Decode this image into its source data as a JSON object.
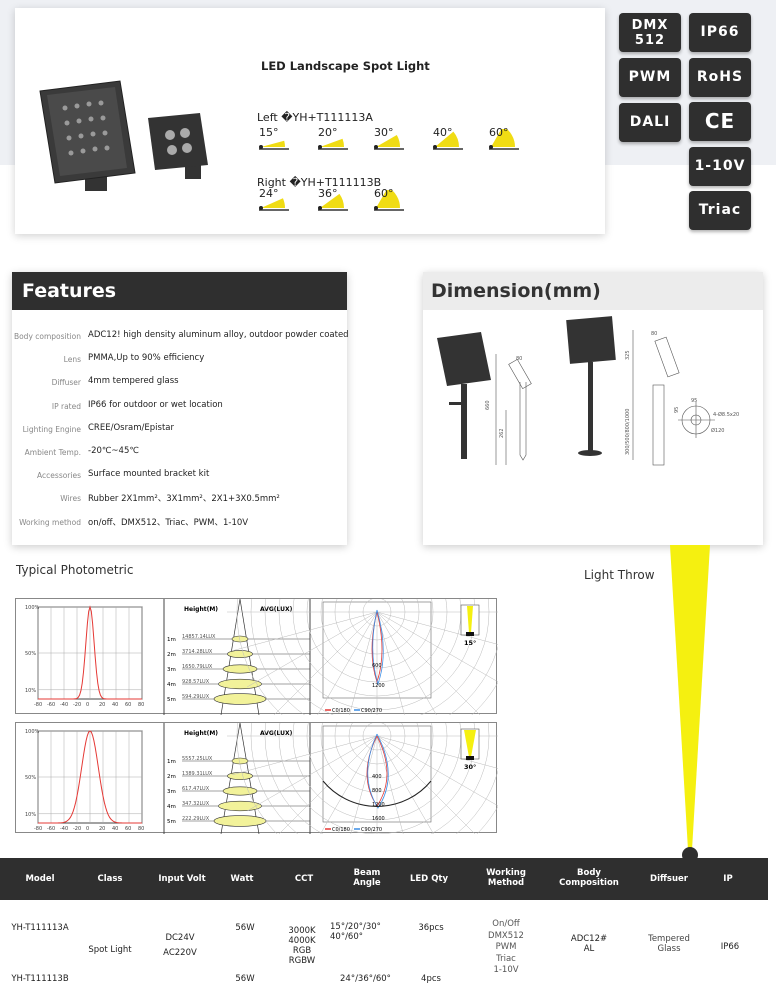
{
  "product": {
    "title": "LED Landscape Spot Light",
    "left_label": "Left �YH+T111113A",
    "right_label": "Right �YH+T111113B",
    "left_angles": [
      "15°",
      "20°",
      "30°",
      "40°",
      "60°"
    ],
    "right_angles": [
      "24°",
      "36°",
      "60°"
    ],
    "left_angle_values": [
      15,
      20,
      30,
      40,
      60
    ],
    "right_angle_values": [
      24,
      36,
      60
    ]
  },
  "badges": {
    "left": [
      "DMX 512",
      "PWM",
      "DALI"
    ],
    "right": [
      "IP66",
      "RoHS",
      "CE",
      "1-10V",
      "Triac"
    ]
  },
  "features": {
    "title": "Features",
    "rows": [
      {
        "label": "Body composition",
        "value": "ADC12!  high density aluminum alloy, outdoor powder coated"
      },
      {
        "label": "Lens",
        "value": "PMMA,Up to 90% efficiency"
      },
      {
        "label": "Diffuser",
        "value": "4mm tempered glass"
      },
      {
        "label": "IP rated",
        "value": "IP66 for outdoor or wet location"
      },
      {
        "label": "Lighting Engine",
        "value": "CREE/Osram/Epistar"
      },
      {
        "label": "Ambient Temp.",
        "value": "-20℃~45℃"
      },
      {
        "label": "Accessories",
        "value": "Surface mounted bracket kit"
      },
      {
        "label": "Wires",
        "value": "Rubber 2X1mm²、3X1mm²、2X1+3X0.5mm²"
      },
      {
        "label": "Working method",
        "value": "on/off、DMX512、Triac、PWM、1-10V"
      }
    ]
  },
  "dimension": {
    "title": "Dimension(mm)",
    "labels": {
      "d1": "80",
      "d2": "660",
      "d3": "262",
      "d4": "80",
      "d5": "325",
      "d6": "300/500/800/1000",
      "d7": "95",
      "d8": "95",
      "d9": "4-Ø8.5x20",
      "d10": "Ø120"
    }
  },
  "photometric": {
    "title": "Typical Photometric",
    "light_throw": "Light Throw",
    "x_ticks": [
      "-80",
      "-60",
      "-40",
      "-20",
      "0",
      "20",
      "40",
      "60",
      "80"
    ],
    "y_ticks": [
      "100%",
      "50%",
      "10%"
    ],
    "height_header": "Height(M)",
    "lux_header": "AVG(LUX)",
    "legend": [
      "C0/180",
      "C90/270"
    ],
    "colors": {
      "c0": "#e53935",
      "c90": "#3a8ee6",
      "beam": "#f5f010"
    },
    "panels": [
      {
        "angle": "15°",
        "beam_deg": 15,
        "heights": [
          "1m",
          "2m",
          "3m",
          "4m",
          "5m"
        ],
        "lux": [
          "14857.14LUX",
          "3714.28LUX",
          "1650.79LUX",
          "928.57LUX",
          "594.29LUX"
        ],
        "polar_labels": [
          "600",
          "1200"
        ]
      },
      {
        "angle": "30°",
        "beam_deg": 30,
        "heights": [
          "1m",
          "2m",
          "3m",
          "4m",
          "5m"
        ],
        "lux": [
          "5557.25LUX",
          "1389.31LUX",
          "617.47LUX",
          "347.32LUX",
          "222.29LUX"
        ],
        "polar_labels": [
          "400",
          "800",
          "1200",
          "1600"
        ]
      }
    ]
  },
  "table": {
    "headers": [
      "Model",
      "Class",
      "Input Volt",
      "Watt",
      "CCT",
      "Beam\nAngle",
      "LED Qty",
      "Working\nMethod",
      "Body\nComposition",
      "Diffsuer",
      "IP"
    ],
    "model_a": "YH-T111113A",
    "model_b": "YH-T111113B",
    "class": "Spot Light",
    "volt": [
      "DC24V",
      "AC220V"
    ],
    "watt_a": "56W",
    "watt_b": "56W",
    "cct": [
      "3000K",
      "4000K",
      "RGB",
      "RGBW"
    ],
    "beam_a": "15°/20°/30°\n40°/60°",
    "beam_b": "24°/36°/60°",
    "qty_a": "36pcs",
    "qty_b": "4pcs",
    "method": [
      "On/Off",
      "DMX512",
      "PWM",
      "Triac",
      "1-10V"
    ],
    "body": "ADC12#\nAL",
    "diffuser": "Tempered\nGlass",
    "ip": "IP66"
  }
}
